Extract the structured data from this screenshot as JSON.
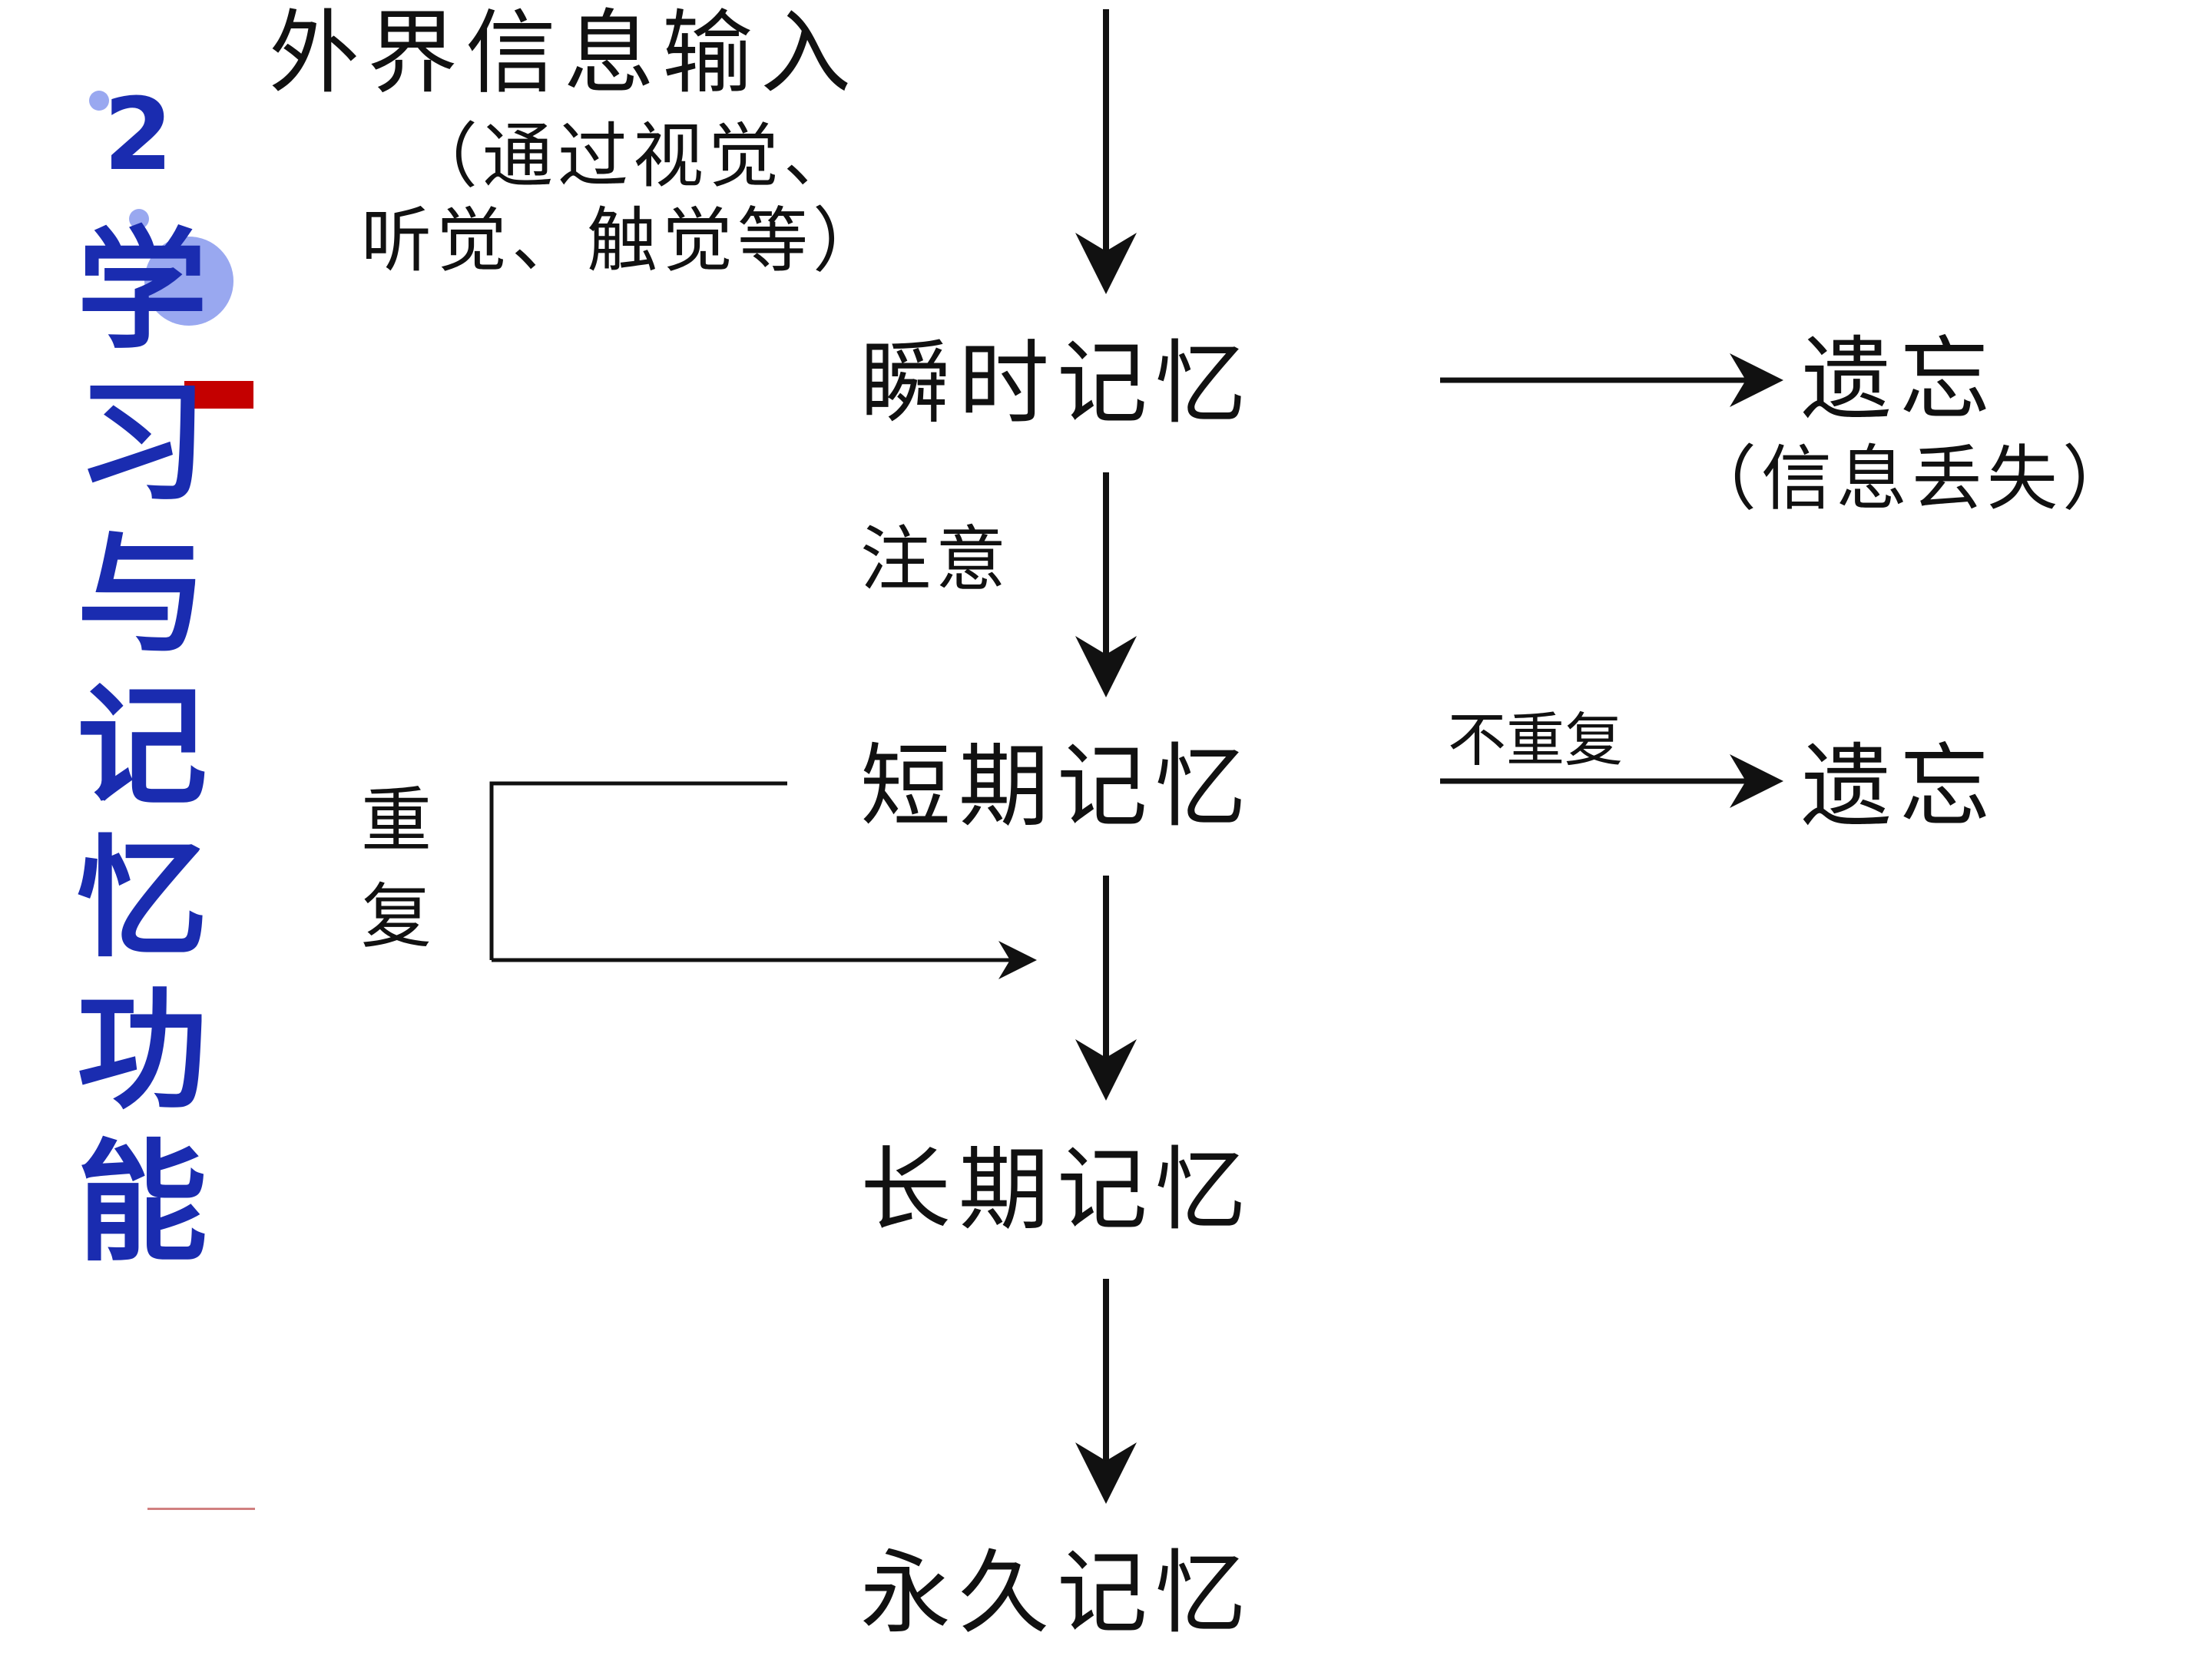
{
  "sidebar": {
    "number": "2",
    "title": "学习与记忆功能"
  },
  "diagram": {
    "input": {
      "line1": "外界信息输入",
      "line2": "（通过视觉、",
      "line3": "听觉、触觉等）"
    },
    "nodes": {
      "sensory": "瞬时记忆",
      "short_term": "短期记忆",
      "long_term": "长期记忆",
      "permanent": "永久记忆"
    },
    "edges": {
      "attention": "注意",
      "no_repeat": "不重复",
      "repeat_1": "重",
      "repeat_2": "复"
    },
    "forget": {
      "first": "遗忘",
      "first_note": "（信息丢失）",
      "second": "遗忘"
    }
  }
}
